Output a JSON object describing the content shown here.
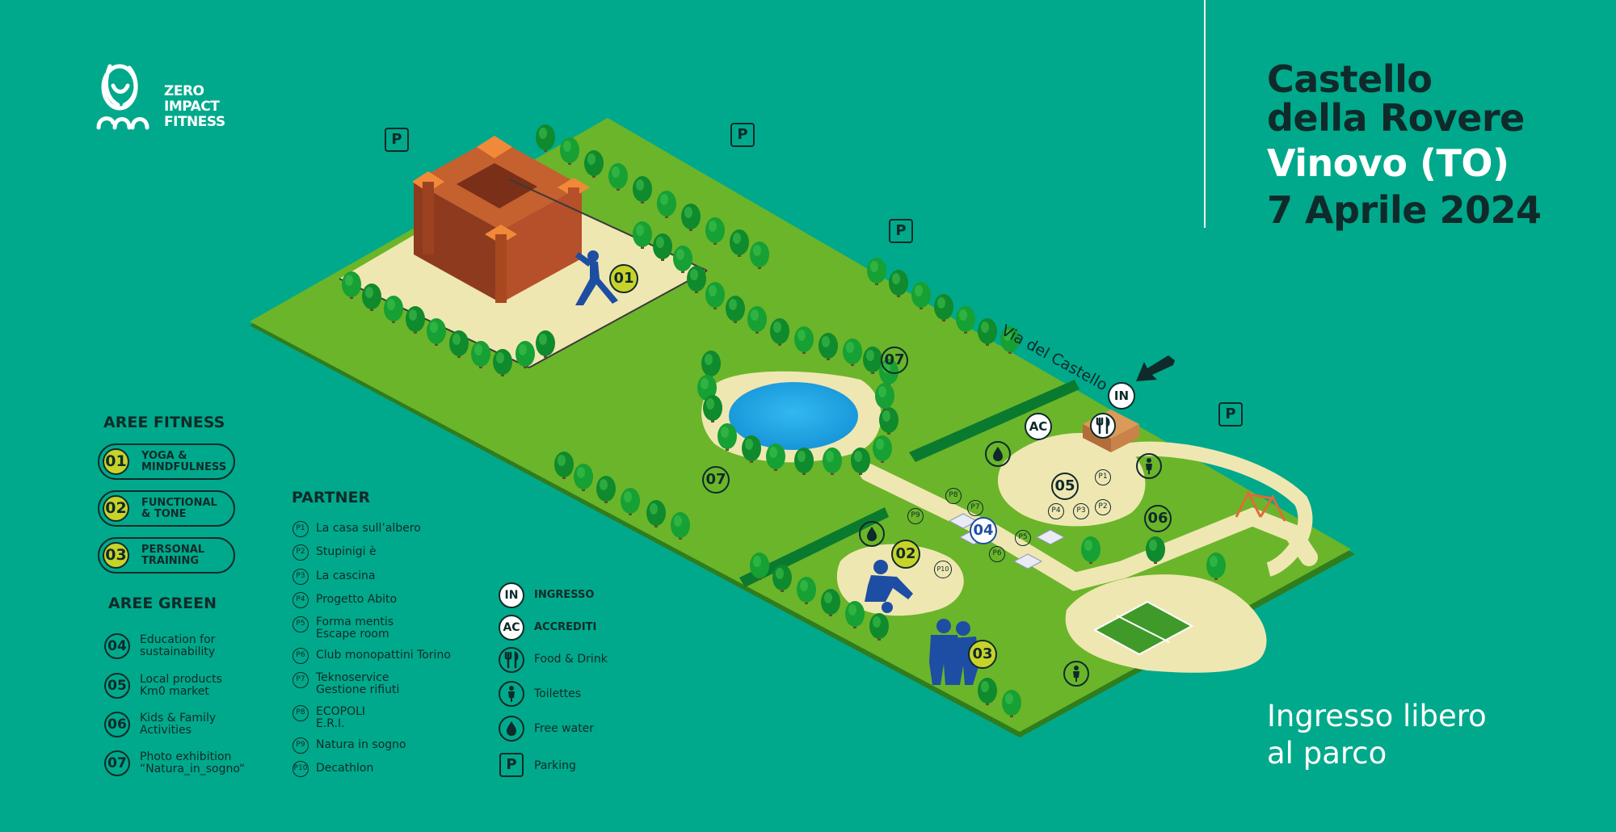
{
  "title": {
    "line1": "Castello",
    "line2": "della Rovere",
    "line3": "Vinovo (TO)",
    "line4": "7 Aprile 2024"
  },
  "free_entry": {
    "line1": "Ingresso libero",
    "line2": "al parco"
  },
  "logo": {
    "line1": "ZERO",
    "line2": "IMPACT",
    "line3": "FITNESS"
  },
  "road_label": "Via del Castello",
  "aree_fitness": {
    "heading": "AREE FITNESS",
    "items": [
      {
        "num": "01",
        "label": "YOGA &\nMINDFULNESS"
      },
      {
        "num": "02",
        "label": "FUNCTIONAL\n& TONE"
      },
      {
        "num": "03",
        "label": "PERSONAL\nTRAINING"
      }
    ]
  },
  "aree_green": {
    "heading": "AREE GREEN",
    "items": [
      {
        "num": "04",
        "label": "Education for\nsustainability"
      },
      {
        "num": "05",
        "label": "Local products\nKm0 market"
      },
      {
        "num": "06",
        "label": "Kids & Family\nActivities"
      },
      {
        "num": "07",
        "label": "Photo exhibition\n“Natura_in_sogno“"
      }
    ]
  },
  "partner": {
    "heading": "PARTNER",
    "items": [
      {
        "num": "P1",
        "label": "La casa sull’albero"
      },
      {
        "num": "P2",
        "label": "Stupinigi è"
      },
      {
        "num": "P3",
        "label": "La cascina"
      },
      {
        "num": "P4",
        "label": "Progetto Abito"
      },
      {
        "num": "P5",
        "label": "Forma mentis\nEscape room"
      },
      {
        "num": "P6",
        "label": "Club monopattini Torino"
      },
      {
        "num": "P7",
        "label": "Teknoservice\nGestione rifiuti"
      },
      {
        "num": "P8",
        "label": "ECOPOLI\nE.R.I."
      },
      {
        "num": "P9",
        "label": "Natura in sogno"
      },
      {
        "num": "P10",
        "label": "Decathlon"
      }
    ]
  },
  "legend": {
    "items": [
      {
        "icon": "IN",
        "label": "INGRESSO"
      },
      {
        "icon": "AC",
        "label": "ACCREDITI"
      },
      {
        "icon": "fork-knife-icon",
        "label": "Food & Drink"
      },
      {
        "icon": "toilet-icon",
        "label": "Toilettes"
      },
      {
        "icon": "water-drop-icon",
        "label": "Free water"
      },
      {
        "icon": "P",
        "label": "Parking"
      }
    ]
  },
  "markers": {
    "parking": "P",
    "entrance": "IN",
    "accreditation": "AC",
    "areas": [
      "01",
      "02",
      "03",
      "04",
      "05",
      "06",
      "07",
      "07"
    ],
    "partners": [
      "P1",
      "P2",
      "P3",
      "P4",
      "P5",
      "P6",
      "P7",
      "P8",
      "P9",
      "P10"
    ]
  },
  "colors": {
    "background": "#00a98b",
    "lawn": "#6bb52a",
    "path": "#efe7b2",
    "pond": "#1ea7e3",
    "hedge": "#0a7a2e",
    "castle": "#b5502a",
    "fitness_badge": "#c8d32a",
    "figure": "#1d4ea3",
    "ink": "#0f2a2a",
    "title_dark": "#0f2a2a",
    "title_light": "#ffffff"
  }
}
